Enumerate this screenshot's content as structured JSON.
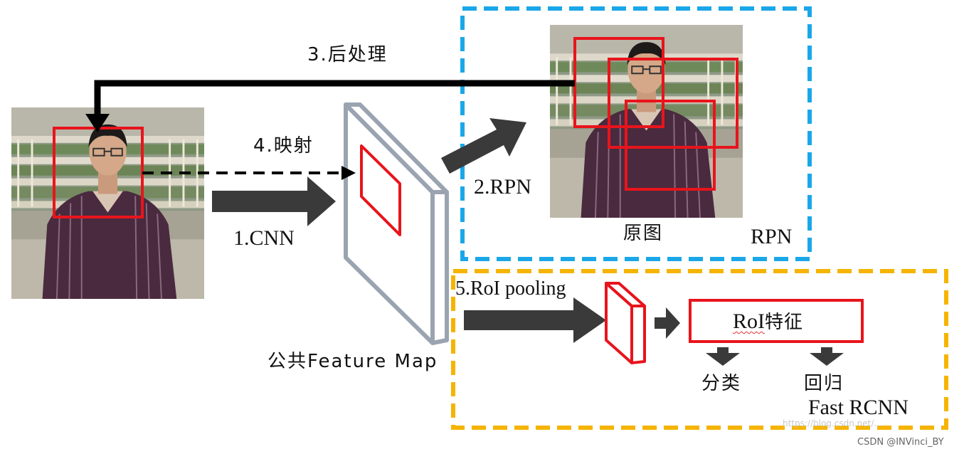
{
  "labels": {
    "step1": "1.CNN",
    "step2": "2.RPN",
    "step3": "3.后处理",
    "step4": "4.映射",
    "step5": "5.RoI pooling",
    "feature_map": "公共Feature Map",
    "original_image": "原图",
    "rpn_box": "RPN",
    "roi_feature_roi": "RoI",
    "roi_feature_rest": "特征",
    "classify": "分类",
    "regress": "回归",
    "fast_rcnn_box": "Fast RCNN"
  },
  "watermark": {
    "main": "CSDN @INVinci_BY",
    "faint": "https://blog.csdn.net/..."
  },
  "colors": {
    "rpn_border": "#1aa7e8",
    "fast_rcnn_border": "#f5b400",
    "box_red": "#e8141c",
    "arrow_dark": "#3a3a3a",
    "feature_map_gray": "#9aa4b1"
  }
}
